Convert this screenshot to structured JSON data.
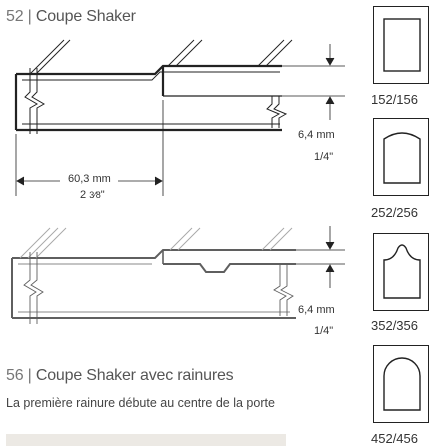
{
  "section1": {
    "number": "52",
    "separator": "|",
    "name": "Coupe Shaker"
  },
  "section2": {
    "number": "56",
    "separator": "|",
    "name": "Coupe Shaker avec rainures",
    "description": "La première rainure débute au centre de la porte"
  },
  "dimensions": {
    "top_thickness_mm": "6,4 mm",
    "top_thickness_in": "1/4\"",
    "width_mm": "60,3 mm",
    "width_in_whole": "2",
    "width_in_frac": "3⁄8",
    "width_in_mark": "\"",
    "bottom_thickness_mm": "6,4 mm",
    "bottom_thickness_in": "1/4\""
  },
  "door_styles": [
    {
      "code": "152/156",
      "shape": "square"
    },
    {
      "code": "252/256",
      "shape": "arch"
    },
    {
      "code": "352/356",
      "shape": "cathedral"
    },
    {
      "code": "452/456",
      "shape": "round-top"
    }
  ],
  "colors": {
    "line": "#222222",
    "text": "#444444"
  }
}
